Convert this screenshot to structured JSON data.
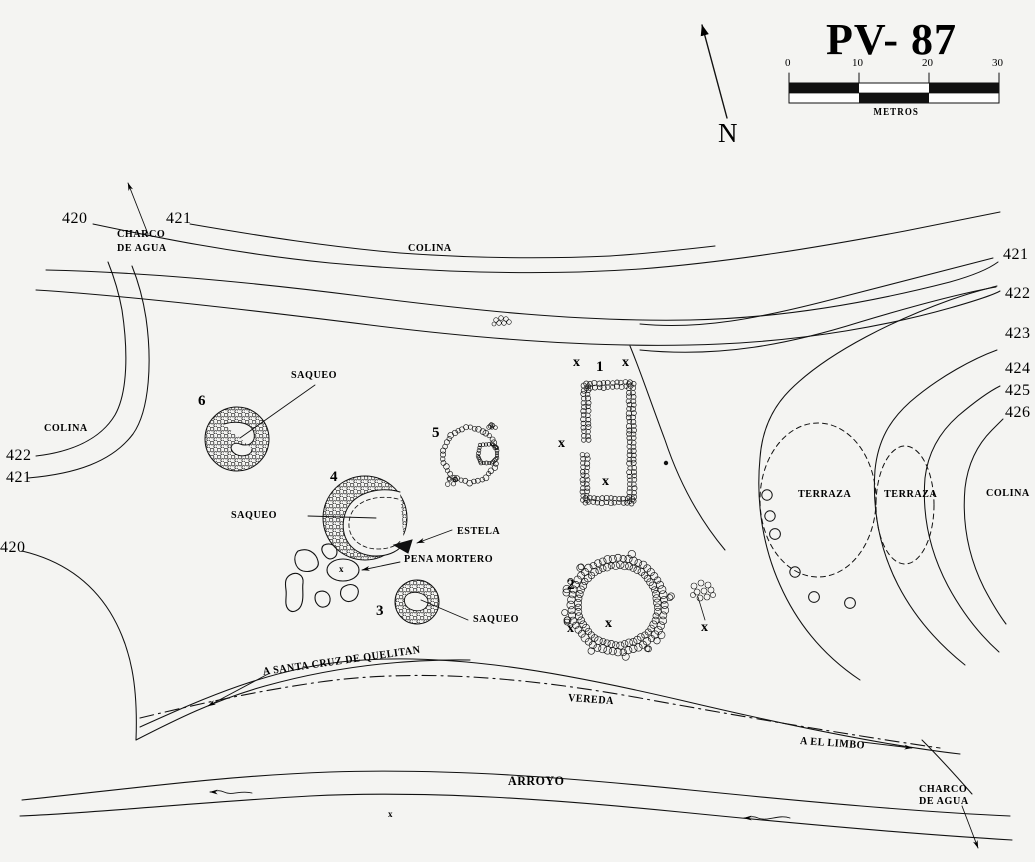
{
  "map": {
    "title": "PV- 87",
    "north_label": "N",
    "scale": {
      "unit_label": "METROS",
      "ticks": [
        "0",
        "10",
        "20",
        "30"
      ],
      "max": 30
    },
    "background_color": "#f4f4f2",
    "ink_color": "#000000"
  },
  "contours": {
    "left_upper": [
      "420",
      "421"
    ],
    "left_hill": [
      "422",
      "421"
    ],
    "left_lower": [
      "420"
    ],
    "right_edge": [
      "421",
      "422",
      "423",
      "424",
      "425",
      "426"
    ]
  },
  "terrain_labels": [
    {
      "name": "charco-de-agua-north",
      "line1": "CHARCO",
      "line2": "DE AGUA"
    },
    {
      "name": "colina-north",
      "text": "COLINA"
    },
    {
      "name": "colina-west",
      "text": "COLINA"
    },
    {
      "name": "terraza-1",
      "text": "TERRAZA"
    },
    {
      "name": "terraza-2",
      "text": "TERRAZA"
    },
    {
      "name": "colina-east",
      "text": "COLINA"
    },
    {
      "name": "arroyo",
      "text": "ARROYO"
    },
    {
      "name": "charco-de-agua-south",
      "line1": "CHARCO",
      "line2": "DE AGUA"
    }
  ],
  "structures": [
    {
      "id": "1",
      "type": "rectangular-enclosure"
    },
    {
      "id": "2",
      "type": "stone-ring"
    },
    {
      "id": "3",
      "type": "circular-mound"
    },
    {
      "id": "4",
      "type": "horseshoe-mound"
    },
    {
      "id": "5",
      "type": "stone-circle"
    },
    {
      "id": "6",
      "type": "circular-mound"
    }
  ],
  "annotations": [
    {
      "name": "saqueo-struct-6",
      "text": "SAQUEO"
    },
    {
      "name": "saqueo-struct-4",
      "text": "SAQUEO"
    },
    {
      "name": "saqueo-struct-3",
      "text": "SAQUEO"
    },
    {
      "name": "estela",
      "text": "ESTELA"
    },
    {
      "name": "pena-mortero",
      "text": "PENA MORTERO"
    }
  ],
  "paths": [
    {
      "name": "vereda",
      "text": "VEREDA"
    },
    {
      "name": "to-santa-cruz",
      "text": "A SANTA CRUZ DE QUELITAN"
    },
    {
      "name": "to-el-limbo",
      "text": "A EL LIMBO"
    }
  ],
  "x_markers": [
    {
      "name": "x-struct1-nw"
    },
    {
      "name": "x-struct1-ne"
    },
    {
      "name": "x-struct1-w"
    },
    {
      "name": "x-struct1-inner"
    },
    {
      "name": "x-pena-mortero"
    },
    {
      "name": "x-struct2-w"
    },
    {
      "name": "x-struct2-center"
    },
    {
      "name": "x-east-cluster"
    },
    {
      "name": "x-arroyo"
    }
  ]
}
